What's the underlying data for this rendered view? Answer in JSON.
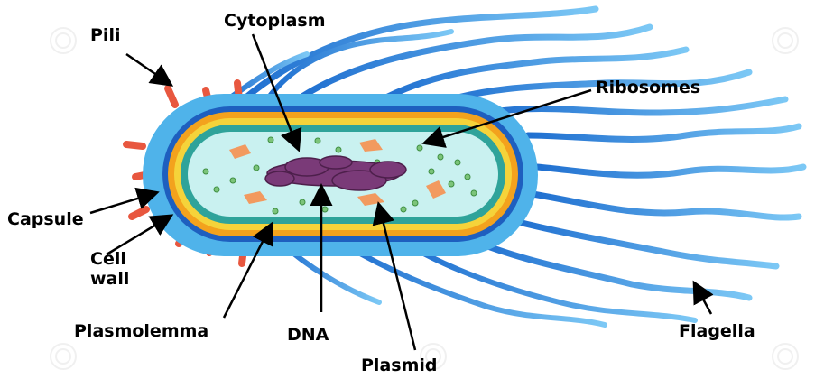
{
  "labels": {
    "pili": "Pili",
    "cytoplasm": "Cytoplasm",
    "ribosomes": "Ribosomes",
    "capsule": "Capsule",
    "cell_wall_line1": "Cell",
    "cell_wall_line2": "wall",
    "plasmolemma": "Plasmolemma",
    "dna": "DNA",
    "plasmid": "Plasmid",
    "flagella": "Flagella"
  },
  "colors": {
    "flagella": "#3a8fe0",
    "capsule": "#4fb3ea",
    "cell_wall": "#1e5fbf",
    "orange_layer": "#f3a21d",
    "yellow_layer": "#f5d33a",
    "green_layer": "#2fa39a",
    "cytoplasm": "#c9f1f0",
    "pili": "#e8573f",
    "dna": "#7a3a78",
    "plasmid": "#f29a5f",
    "ribosome": "#7cc47a"
  }
}
